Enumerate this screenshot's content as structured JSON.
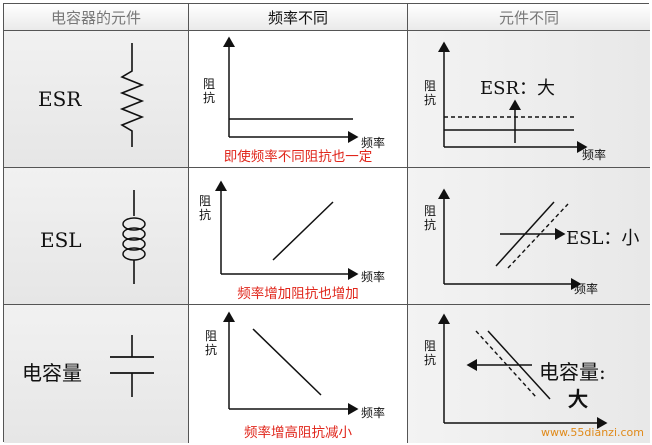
{
  "header": {
    "col1": "电容器的元件",
    "col2": "频率不同",
    "col3": "元件不同"
  },
  "rows": [
    {
      "label": "ESR",
      "symbol": "resistor-icon",
      "caption": "即使频率不同阻抗也一定",
      "annotation": "ESR：大"
    },
    {
      "label": "ESL",
      "symbol": "inductor-icon",
      "caption": "频率增加阻抗也增加",
      "annotation": "ESL：小"
    },
    {
      "label": "电容量",
      "symbol": "capacitor-icon",
      "caption": "频率增高阻抗减小",
      "annotation_line1": "电容量:",
      "annotation_line2": "大"
    }
  ],
  "axes": {
    "y_label": "阻抗",
    "x_label": "频率"
  },
  "watermark": "www.55dianzi.com",
  "colors": {
    "caption": "#e0261b",
    "watermark": "#e08a1a",
    "line": "#111111"
  }
}
